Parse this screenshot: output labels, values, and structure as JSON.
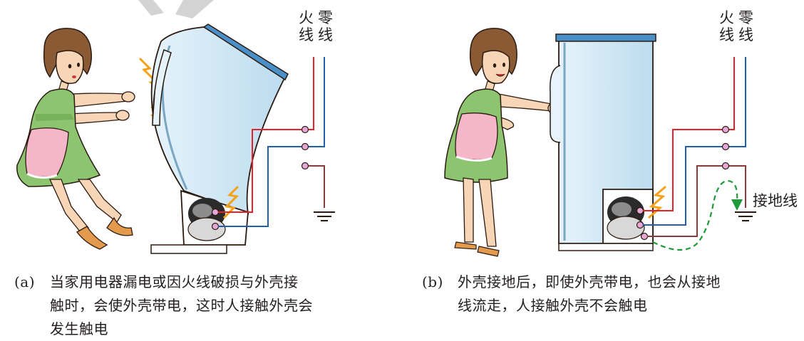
{
  "panel_a": {
    "live_wire_char1": "火",
    "live_wire_char2": "线",
    "neutral_wire_char1": "零",
    "neutral_wire_char2": "线",
    "caption_tag": "(a)",
    "caption_line1": "当家用电器漏电或因火线破损与外壳接",
    "caption_line2": "触时，会使外壳带电，这时人接触外壳会",
    "caption_line3": "发生触电"
  },
  "panel_b": {
    "live_wire_char1": "火",
    "live_wire_char2": "线",
    "neutral_wire_char1": "零",
    "neutral_wire_char2": "线",
    "ground_wire_label": "接地线",
    "caption_tag": "(b)",
    "caption_line1": "外壳接地后，即使外壳带电，也会从接地",
    "caption_line2": "线流走，人接触外壳不会触电"
  },
  "colors": {
    "live_wire": "#e8202a",
    "neutral_wire": "#1f5fae",
    "ground_wire": "#8b3a3a",
    "fridge_body": "#cfe8f5",
    "fridge_top": "#4a90c8",
    "current_path": "#1f9a3a",
    "spark": "#f5a11a",
    "terminal": "#e7a8d8"
  }
}
